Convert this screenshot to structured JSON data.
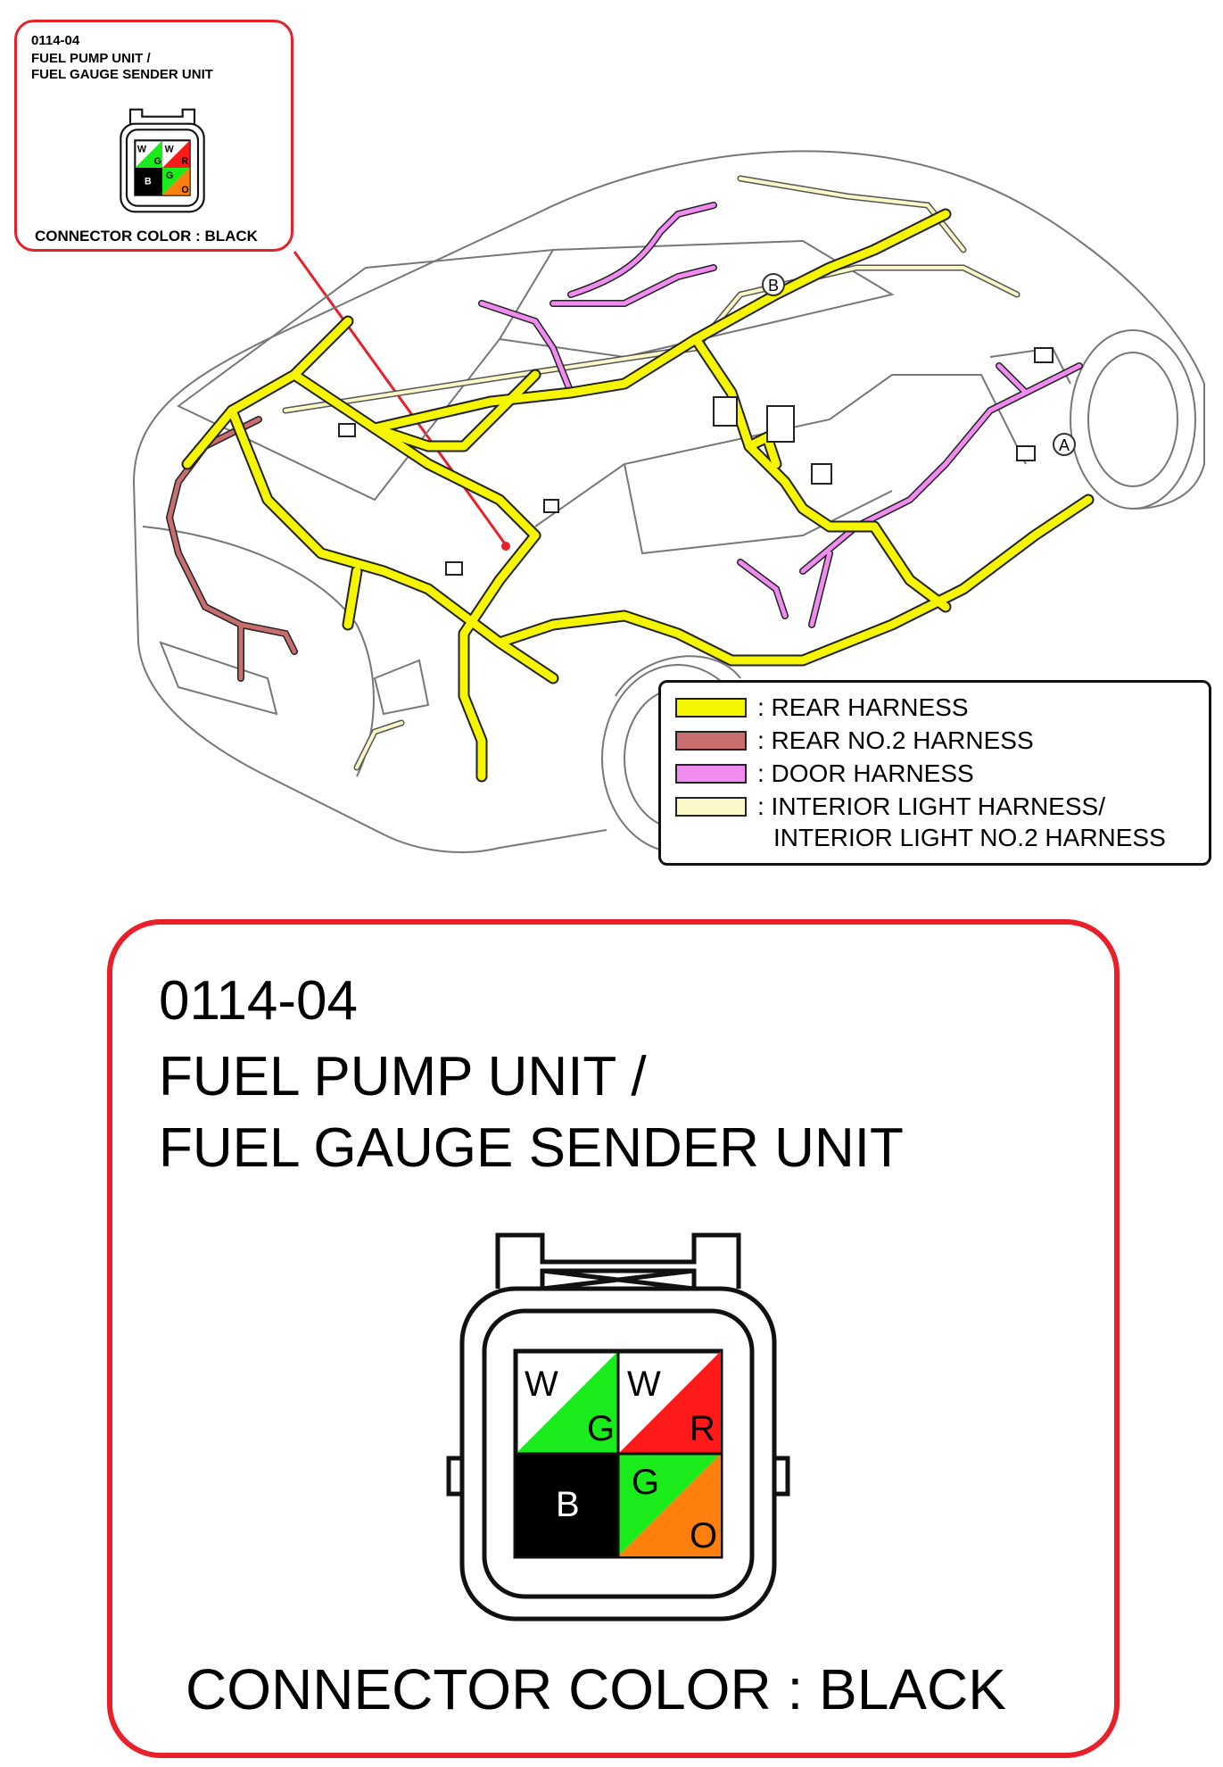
{
  "connector": {
    "code": "0114-04",
    "title_line1": "FUEL PUMP UNIT /",
    "title_line2": "FUEL GAUGE SENDER UNIT",
    "connector_color_label": "CONNECTOR COLOR : BLACK",
    "terminals": [
      {
        "top": "W",
        "bottom": "G",
        "top_color": "#ffffff",
        "bottom_color": "#1aeb1a"
      },
      {
        "top": "W",
        "bottom": "R",
        "top_color": "#ffffff",
        "bottom_color": "#ff1a1a"
      },
      {
        "top": "B",
        "bottom": "",
        "top_color": "#000000",
        "bottom_color": "#000000"
      },
      {
        "top": "G",
        "bottom": "O",
        "top_color": "#1aeb1a",
        "bottom_color": "#ff7f0e"
      }
    ]
  },
  "markers": {
    "a": "A",
    "b": "B"
  },
  "legend": {
    "items": [
      {
        "label": ": REAR HARNESS",
        "color": "#f5f500"
      },
      {
        "label": ": REAR NO.2 HARNESS",
        "color": "#c96e6e"
      },
      {
        "label": ": DOOR HARNESS",
        "color": "#f08cf0"
      },
      {
        "label": ": INTERIOR LIGHT HARNESS/",
        "color": "#fbf8c8"
      }
    ],
    "continuation": "INTERIOR LIGHT NO.2 HARNESS"
  },
  "colors": {
    "callout_border": "#e8202a",
    "rear_harness": "#f5f500",
    "rear_no2_harness": "#c96e6e",
    "door_harness": "#f08cf0",
    "interior_light_harness": "#fbf8c8"
  }
}
